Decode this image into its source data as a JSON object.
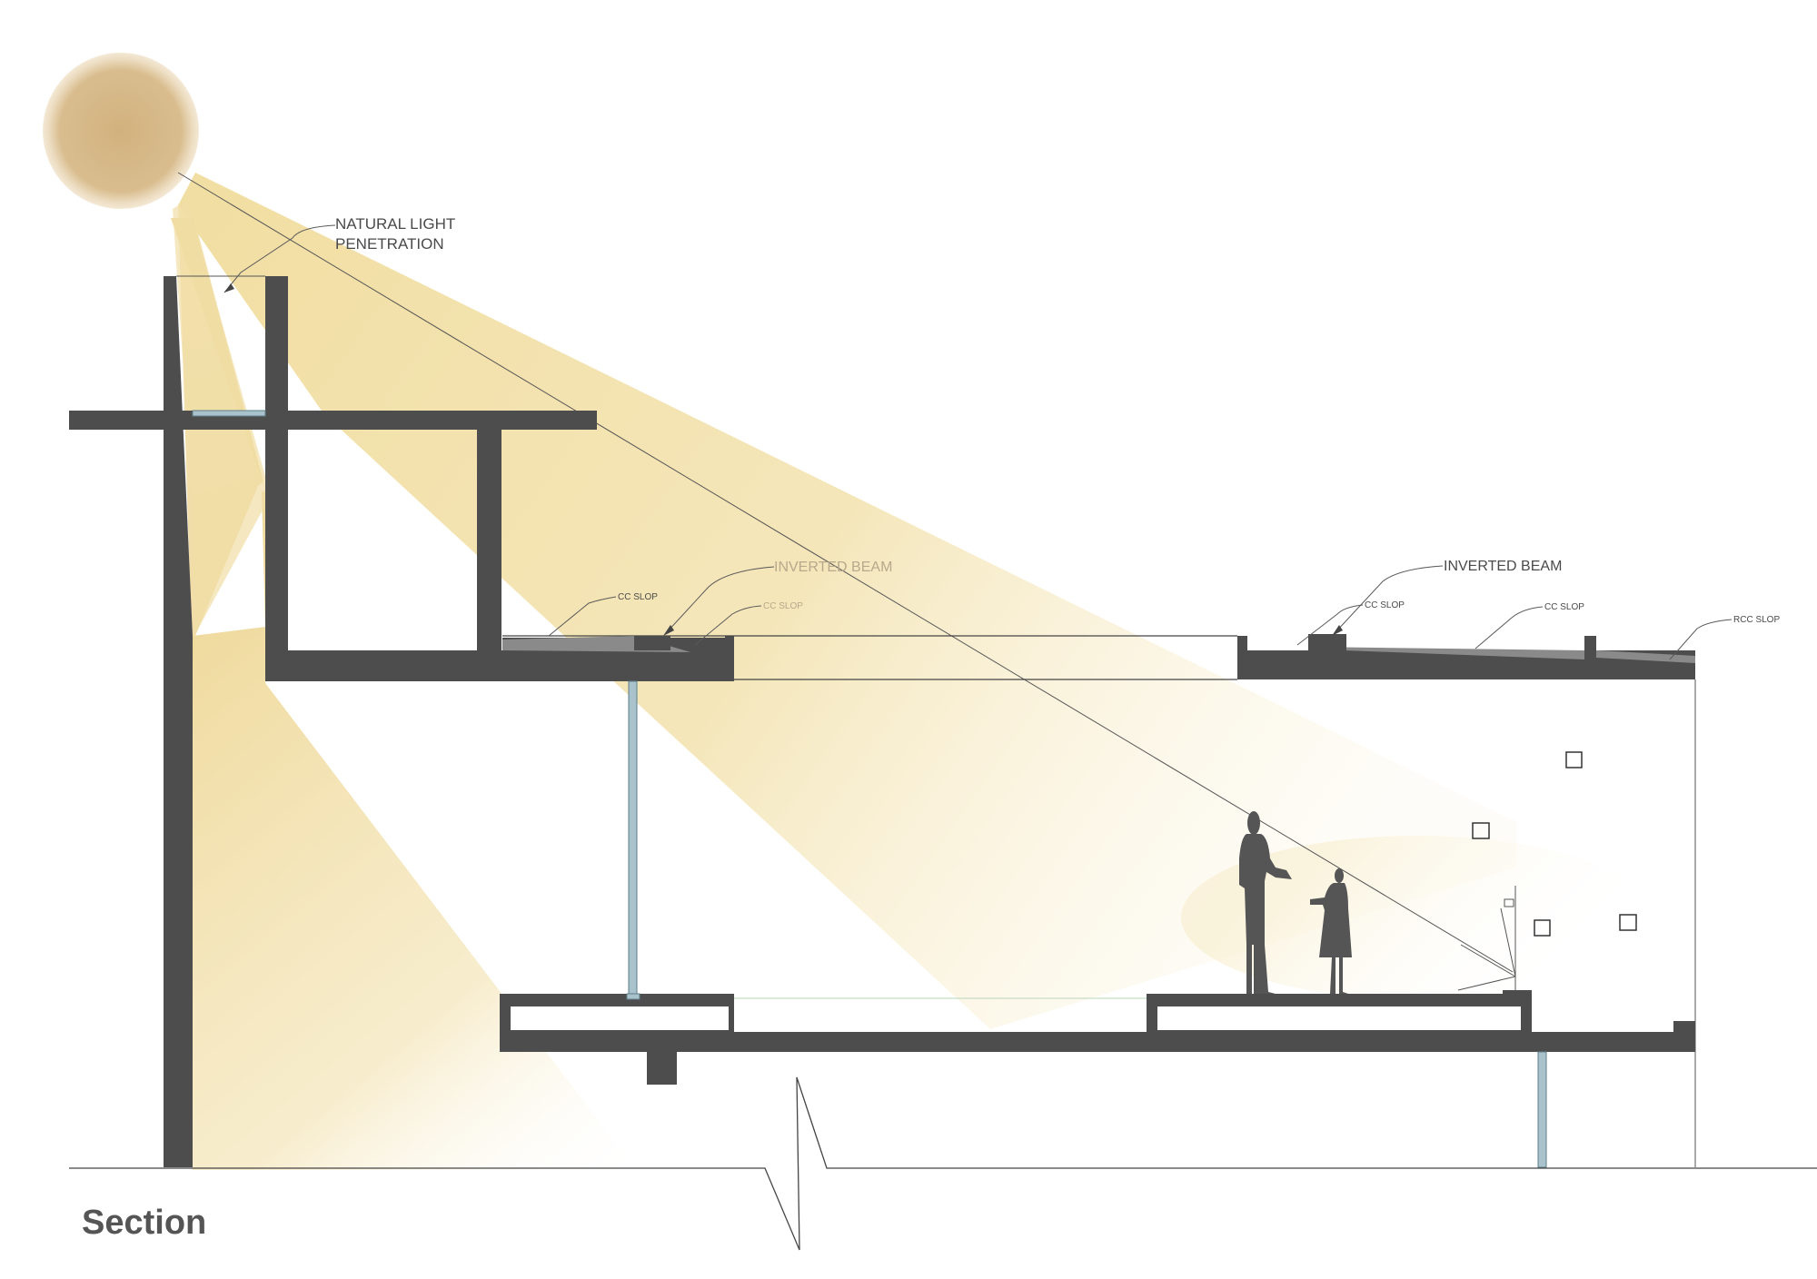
{
  "title": "Section",
  "labels": {
    "natural_light_line1": "NATURAL LIGHT",
    "natural_light_line2": "PENETRATION",
    "inverted_beam_left": "INVERTED BEAM",
    "inverted_beam_right": "INVERTED BEAM",
    "cc_slop_1": "CC SLOP",
    "cc_slop_2": "CC SLOP",
    "cc_slop_3": "CC SLOP",
    "cc_slop_4": "CC SLOP",
    "rcc_slop": "RCC SLOP"
  },
  "colors": {
    "structure": "#4d4d4d",
    "light": "#f1dfa6",
    "sun": "#d6b98a",
    "glass": "#a9c2cc"
  }
}
